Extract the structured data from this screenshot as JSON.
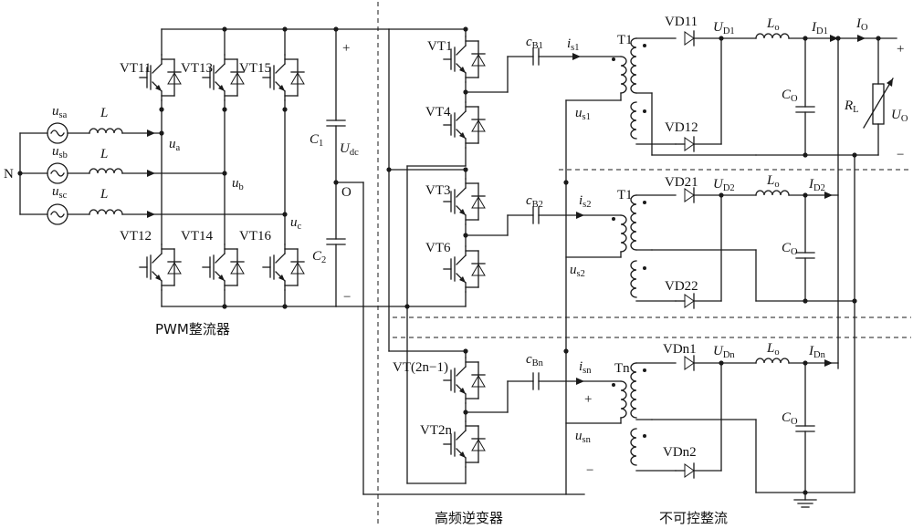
{
  "sections": {
    "rectifier": "PWM整流器",
    "inverter": "高频逆变器",
    "uncontrolled_rectifier": "不可控整流"
  },
  "source": {
    "neutral": "N",
    "phases": [
      {
        "sym": "u",
        "sub": "sa",
        "inductor": "L",
        "node_sym": "u",
        "node_sub": "a"
      },
      {
        "sym": "u",
        "sub": "sb",
        "inductor": "L",
        "node_sym": "u",
        "node_sub": "b"
      },
      {
        "sym": "u",
        "sub": "sc",
        "inductor": "L",
        "node_sym": "u",
        "node_sub": "c"
      }
    ]
  },
  "rectifier_switches": {
    "upper": [
      "VT11",
      "VT13",
      "VT15"
    ],
    "lower": [
      "VT12",
      "VT14",
      "VT16"
    ]
  },
  "dc_link": {
    "c1_sym": "C",
    "c1_sub": "1",
    "c2_sym": "C",
    "c2_sub": "2",
    "udc_sym": "U",
    "udc_sub": "dc",
    "mid": "O",
    "plus": "+",
    "minus": "−"
  },
  "modules": [
    {
      "top_switch": "VT1",
      "bottom_switch": "VT4",
      "cap_sym": "c",
      "cap_sub": "B1",
      "current_sym": "i",
      "current_sub": "s1",
      "voltage_sym": "u",
      "voltage_sub": "s1",
      "transformer": "T1",
      "diode_top": "VD11",
      "diode_bottom": "VD12",
      "ud_sym": "U",
      "ud_sub": "D1",
      "lo_sym": "L",
      "lo_sub": "o",
      "id_sym": "I",
      "id_sub": "D1",
      "co_sym": "C",
      "co_sub": "O"
    },
    {
      "top_switch": "VT3",
      "bottom_switch": "VT6",
      "cap_sym": "c",
      "cap_sub": "B2",
      "current_sym": "i",
      "current_sub": "s2",
      "voltage_sym": "u",
      "voltage_sub": "s2",
      "transformer": "T1",
      "diode_top": "VD21",
      "diode_bottom": "VD22",
      "ud_sym": "U",
      "ud_sub": "D2",
      "lo_sym": "L",
      "lo_sub": "o",
      "id_sym": "I",
      "id_sub": "D2",
      "co_sym": "C",
      "co_sub": "O"
    },
    {
      "top_switch": "VT(2n−1)",
      "bottom_switch": "VT2n",
      "cap_sym": "c",
      "cap_sub": "Bn",
      "current_sym": "i",
      "current_sub": "sn",
      "voltage_sym": "u",
      "voltage_sub": "sn",
      "transformer": "Tn",
      "diode_top": "VDn1",
      "diode_bottom": "VDn2",
      "ud_sym": "U",
      "ud_sub": "Dn",
      "lo_sym": "L",
      "lo_sub": "o",
      "id_sym": "I",
      "id_sub": "Dn",
      "co_sym": "C",
      "co_sub": "O",
      "plus": "+",
      "minus": "−"
    }
  ],
  "load": {
    "io_sym": "I",
    "io_sub": "O",
    "rl_sym": "R",
    "rl_sub": "L",
    "uo_sym": "U",
    "uo_sub": "O",
    "plus": "+",
    "minus": "−"
  }
}
